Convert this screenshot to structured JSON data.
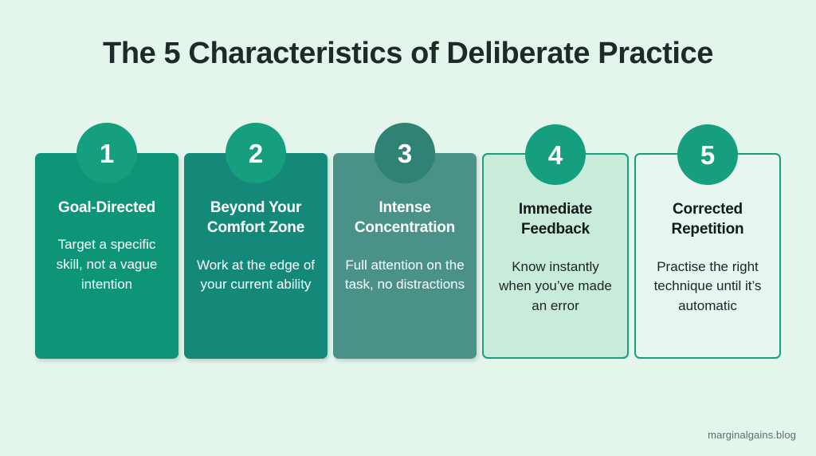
{
  "page": {
    "title": "The 5 Characteristics of Deliberate Practice",
    "background_color": "#e4f5ec",
    "footer_attribution": "marginalgains.blog"
  },
  "cards": [
    {
      "number": "1",
      "title": "Goal-Directed",
      "body": "Target a specific skill, not a vague intention",
      "fill_color": "#0e9476",
      "text_color": "#ffffff",
      "badge_color": "#159f7e"
    },
    {
      "number": "2",
      "title": "Beyond Your Comfort Zone",
      "body": "Work at the edge of your current ability",
      "fill_color": "#14897a",
      "text_color": "#ffffff",
      "badge_color": "#159f7e"
    },
    {
      "number": "3",
      "title": "Intense Concentration",
      "body": "Full attention on the task, no distractions",
      "fill_color": "#4a9287",
      "text_color": "#ffffff",
      "badge_color": "#2f8274"
    },
    {
      "number": "4",
      "title": "Immediate Feedback",
      "body": "Know instantly when you’ve made an error",
      "fill_color": "#c8ecd9",
      "text_color": "#14191c",
      "badge_color": "#159f7e"
    },
    {
      "number": "5",
      "title": "Corrected Repetition",
      "body": "Practise the right technique until it’s automatic",
      "fill_color": "#e7f7ef",
      "text_color": "#14191c",
      "badge_color": "#159f7e"
    }
  ]
}
